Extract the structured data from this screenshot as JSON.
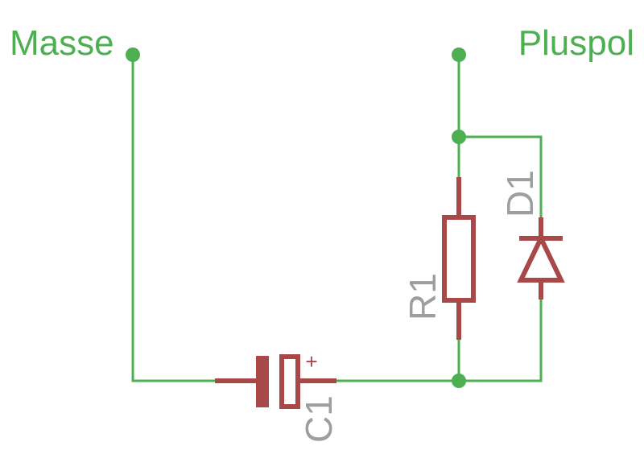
{
  "nets": {
    "ground_label": "Masse",
    "positive_label": "Pluspol"
  },
  "components": {
    "capacitor": {
      "designator": "C1",
      "polarity_mark": "+"
    },
    "resistor": {
      "designator": "R1"
    },
    "diode": {
      "designator": "D1"
    }
  },
  "colors": {
    "wire": "#4caf50",
    "net_label": "#4caf50",
    "component": "#a84848",
    "designator": "#9e9e9e",
    "background": "#ffffff"
  }
}
